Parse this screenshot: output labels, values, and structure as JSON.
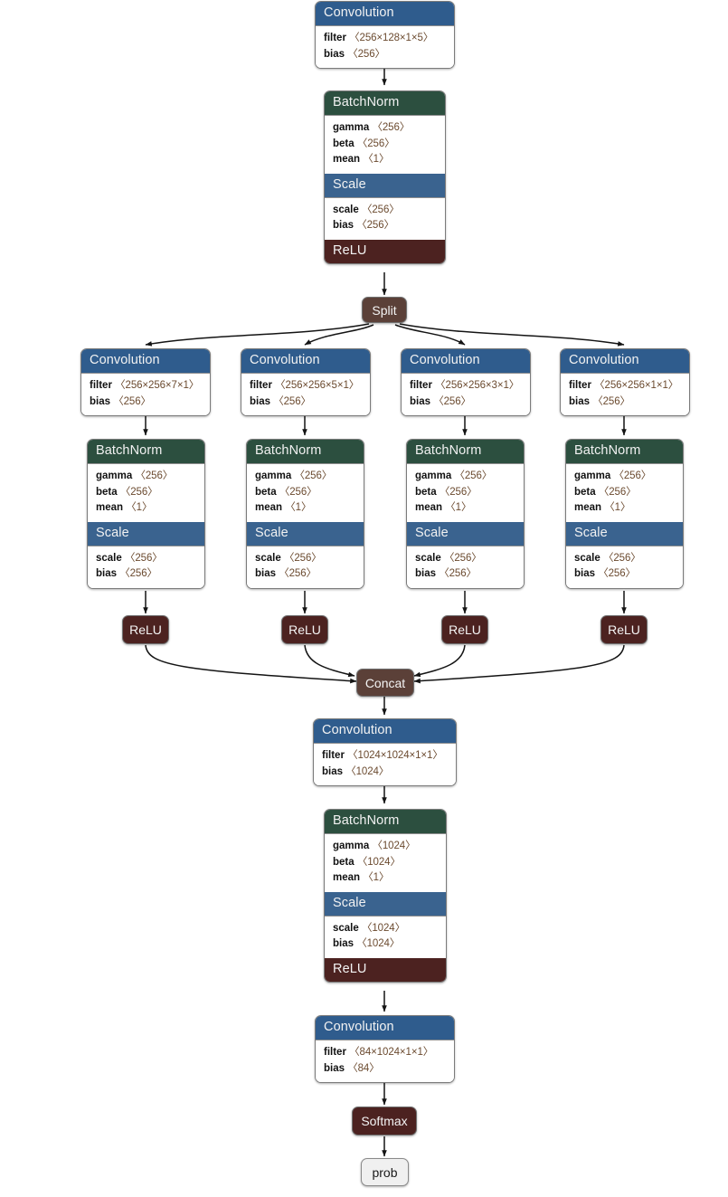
{
  "diagram": {
    "title": "Neural network layer graph",
    "colors": {
      "convolution_header": "#2f5c8d",
      "scale_header": "#3a638f",
      "batchnorm_header": "#2c4f3f",
      "relu": "#4c2220",
      "split_concat": "#5b4038",
      "output_node": "#f0f0f0",
      "edge": "#1a1a1a",
      "param_value": "#6b4a2f"
    },
    "labels": {
      "convolution": "Convolution",
      "batchnorm": "BatchNorm",
      "scale": "Scale",
      "relu": "ReLU",
      "split": "Split",
      "concat": "Concat",
      "softmax": "Softmax",
      "prob": "prob",
      "filter": "filter",
      "bias": "bias",
      "gamma": "gamma",
      "beta": "beta",
      "mean": "mean",
      "scale_param": "scale"
    }
  },
  "stem_conv": {
    "header": "Convolution",
    "filter_name": "filter",
    "filter_value": "〈256×128×1×5〉",
    "bias_name": "bias",
    "bias_value": "〈256〉"
  },
  "stem_bn_block": {
    "bn_header": "BatchNorm",
    "gamma_name": "gamma",
    "gamma_value": "〈256〉",
    "beta_name": "beta",
    "beta_value": "〈256〉",
    "mean_name": "mean",
    "mean_value": "〈1〉",
    "scale_header": "Scale",
    "scale_name": "scale",
    "scale_value": "〈256〉",
    "bias_name": "bias",
    "bias_value": "〈256〉",
    "relu_header": "ReLU"
  },
  "split": {
    "label": "Split"
  },
  "branches": [
    {
      "conv": {
        "header": "Convolution",
        "filter_name": "filter",
        "filter_value": "〈256×256×7×1〉",
        "bias_name": "bias",
        "bias_value": "〈256〉"
      },
      "bn": {
        "bn_header": "BatchNorm",
        "gamma_name": "gamma",
        "gamma_value": "〈256〉",
        "beta_name": "beta",
        "beta_value": "〈256〉",
        "mean_name": "mean",
        "mean_value": "〈1〉",
        "scale_header": "Scale",
        "scale_name": "scale",
        "scale_value": "〈256〉",
        "bias_name": "bias",
        "bias_value": "〈256〉"
      },
      "relu": {
        "label": "ReLU"
      }
    },
    {
      "conv": {
        "header": "Convolution",
        "filter_name": "filter",
        "filter_value": "〈256×256×5×1〉",
        "bias_name": "bias",
        "bias_value": "〈256〉"
      },
      "bn": {
        "bn_header": "BatchNorm",
        "gamma_name": "gamma",
        "gamma_value": "〈256〉",
        "beta_name": "beta",
        "beta_value": "〈256〉",
        "mean_name": "mean",
        "mean_value": "〈1〉",
        "scale_header": "Scale",
        "scale_name": "scale",
        "scale_value": "〈256〉",
        "bias_name": "bias",
        "bias_value": "〈256〉"
      },
      "relu": {
        "label": "ReLU"
      }
    },
    {
      "conv": {
        "header": "Convolution",
        "filter_name": "filter",
        "filter_value": "〈256×256×3×1〉",
        "bias_name": "bias",
        "bias_value": "〈256〉"
      },
      "bn": {
        "bn_header": "BatchNorm",
        "gamma_name": "gamma",
        "gamma_value": "〈256〉",
        "beta_name": "beta",
        "beta_value": "〈256〉",
        "mean_name": "mean",
        "mean_value": "〈1〉",
        "scale_header": "Scale",
        "scale_name": "scale",
        "scale_value": "〈256〉",
        "bias_name": "bias",
        "bias_value": "〈256〉"
      },
      "relu": {
        "label": "ReLU"
      }
    },
    {
      "conv": {
        "header": "Convolution",
        "filter_name": "filter",
        "filter_value": "〈256×256×1×1〉",
        "bias_name": "bias",
        "bias_value": "〈256〉"
      },
      "bn": {
        "bn_header": "BatchNorm",
        "gamma_name": "gamma",
        "gamma_value": "〈256〉",
        "beta_name": "beta",
        "beta_value": "〈256〉",
        "mean_name": "mean",
        "mean_value": "〈1〉",
        "scale_header": "Scale",
        "scale_name": "scale",
        "scale_value": "〈256〉",
        "bias_name": "bias",
        "bias_value": "〈256〉"
      },
      "relu": {
        "label": "ReLU"
      }
    }
  ],
  "concat": {
    "label": "Concat"
  },
  "head_conv": {
    "header": "Convolution",
    "filter_name": "filter",
    "filter_value": "〈1024×1024×1×1〉",
    "bias_name": "bias",
    "bias_value": "〈1024〉"
  },
  "head_bn_block": {
    "bn_header": "BatchNorm",
    "gamma_name": "gamma",
    "gamma_value": "〈1024〉",
    "beta_name": "beta",
    "beta_value": "〈1024〉",
    "mean_name": "mean",
    "mean_value": "〈1〉",
    "scale_header": "Scale",
    "scale_name": "scale",
    "scale_value": "〈1024〉",
    "bias_name": "bias",
    "bias_value": "〈1024〉",
    "relu_header": "ReLU"
  },
  "final_conv": {
    "header": "Convolution",
    "filter_name": "filter",
    "filter_value": "〈84×1024×1×1〉",
    "bias_name": "bias",
    "bias_value": "〈84〉"
  },
  "softmax": {
    "label": "Softmax"
  },
  "output": {
    "label": "prob"
  }
}
